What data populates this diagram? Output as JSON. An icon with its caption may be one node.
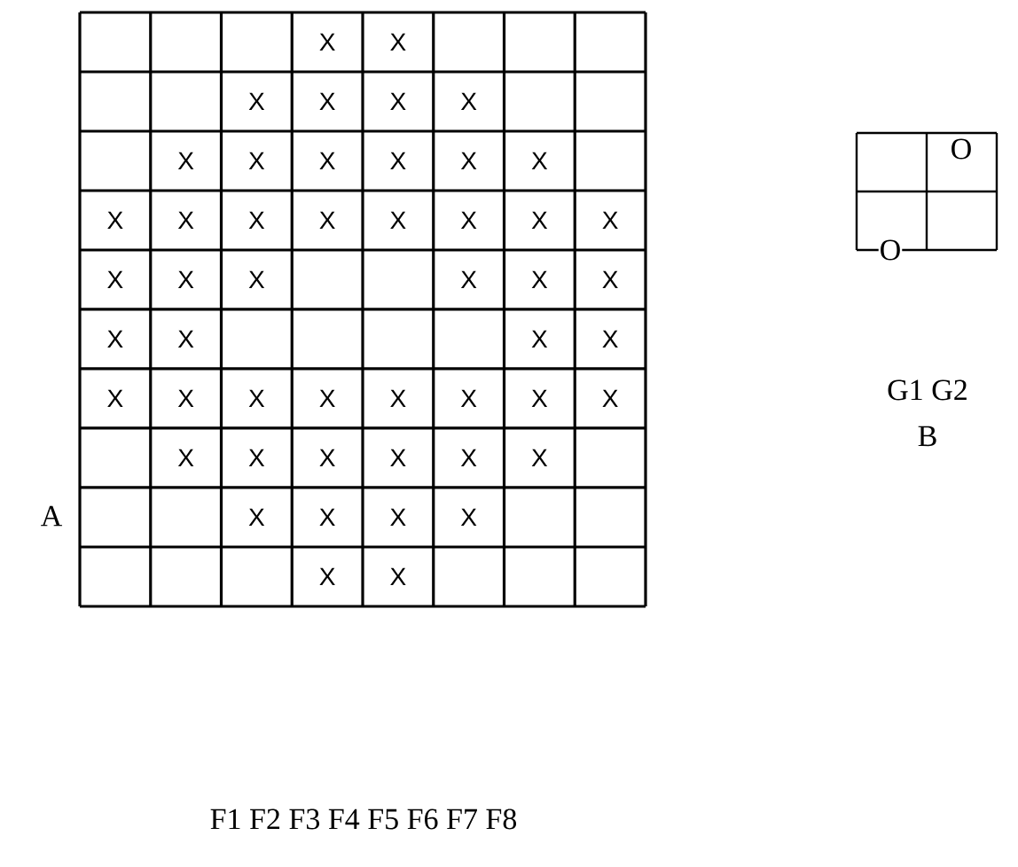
{
  "diagram": {
    "labels": [
      "X",
      "X",
      "X",
      "X",
      "X",
      "X",
      "X",
      "X",
      "X",
      "X",
      "X",
      "X",
      "X",
      "X",
      "X",
      "X",
      "X",
      "X",
      "X",
      "X",
      "X",
      "X",
      "X",
      "X",
      "X",
      "X",
      "X",
      "X",
      "X",
      "X",
      "X",
      "X",
      "X",
      "X",
      "X",
      "X",
      "X",
      "X",
      "X",
      "X",
      "X",
      "X",
      "X",
      "X",
      "X",
      "X",
      "X",
      "X",
      "X",
      "X",
      "O",
      "O",
      "G1 G2",
      "B",
      "A",
      "F1 F2 F3 F4 F5 F6 F7 F8"
    ]
  }
}
